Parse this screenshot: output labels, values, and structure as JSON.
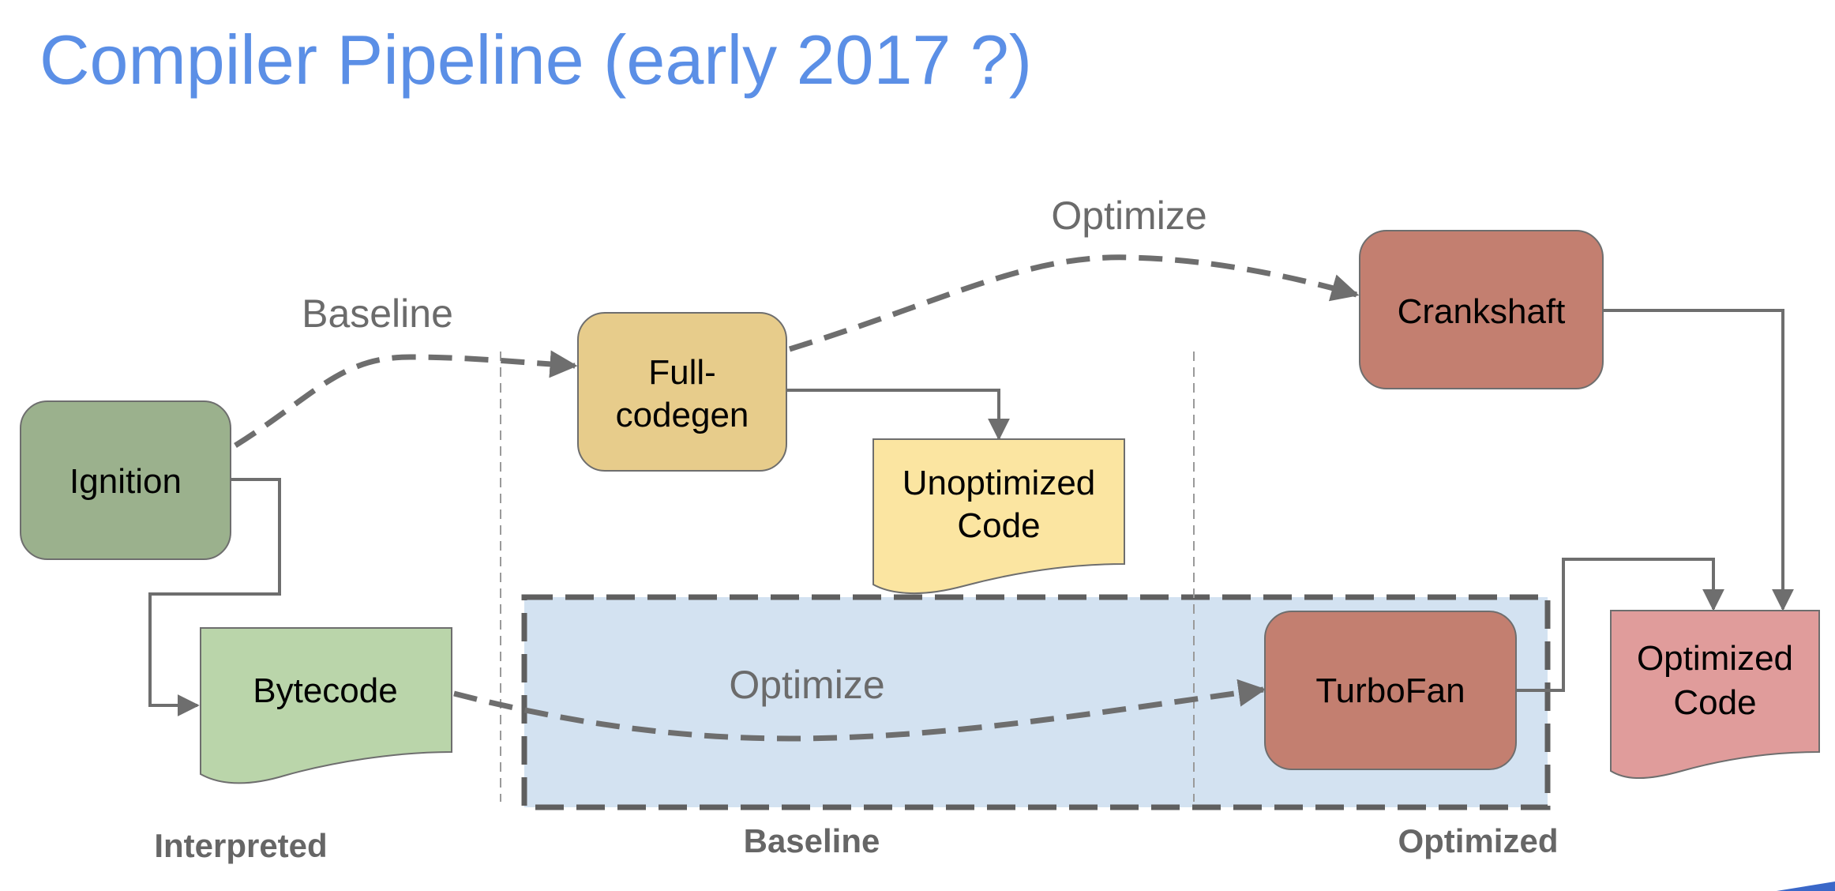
{
  "title": "Compiler Pipeline (early 2017 ?)",
  "nodes": {
    "ignition": "Ignition",
    "bytecode": "Bytecode",
    "fullcodegen_line1": "Full-",
    "fullcodegen_line2": "codegen",
    "unoptimized_line1": "Unoptimized",
    "unoptimized_line2": "Code",
    "crankshaft": "Crankshaft",
    "turbofan": "TurboFan",
    "optimized_line1": "Optimized",
    "optimized_line2": "Code"
  },
  "edges": {
    "baseline": "Baseline",
    "optimize_top": "Optimize",
    "optimize_bottom": "Optimize"
  },
  "zones": {
    "interpreted": "Interpreted",
    "baseline": "Baseline",
    "optimized": "Optimized"
  },
  "colors": {
    "title": "#5b8fe6",
    "ignition": "#9bb18d",
    "bytecode": "#bad5aa",
    "fullcodegen": "#e7cc8b",
    "unoptimized": "#fbe5a1",
    "compiler_red": "#c37f70",
    "optimized_code": "#e09c9b",
    "highlight_region": "#d3e2f1",
    "arrow": "#6e6e6e"
  }
}
